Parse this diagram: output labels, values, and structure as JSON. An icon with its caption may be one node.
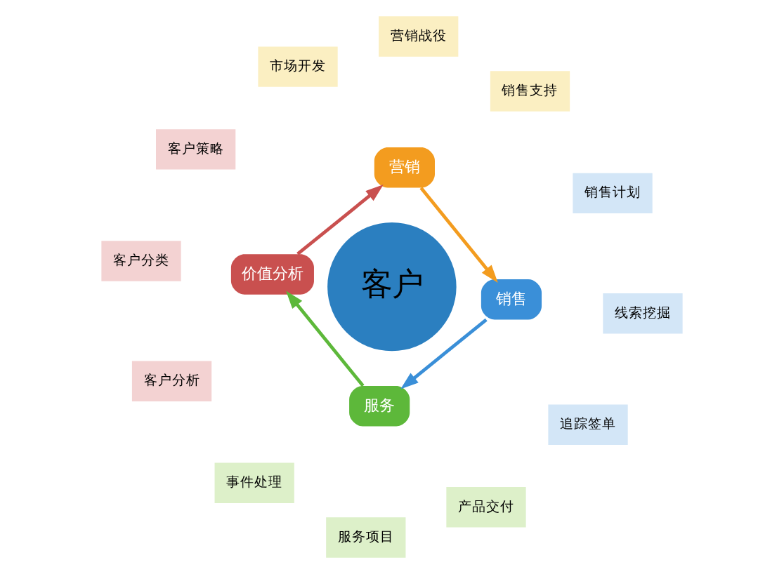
{
  "diagram": {
    "nodes": [
      {
        "text": [
          "客户"
        ]
      },
      {
        "text": [
          "销售"
        ]
      },
      {
        "text": [
          "服务"
        ]
      },
      {
        "text": [
          "价值分析"
        ]
      },
      {
        "text": [
          "营销"
        ]
      },
      {
        "text": [
          "产品交付"
        ]
      },
      {
        "text": [
          "服务项目"
        ]
      },
      {
        "text": [
          "事件处理"
        ]
      },
      {
        "text": [
          "客户分析"
        ]
      },
      {
        "text": [
          "客户分类"
        ]
      },
      {
        "text": [
          "客户策略"
        ]
      },
      {
        "text": [
          "市场开发"
        ]
      },
      {
        "text": [
          "营销战役"
        ]
      },
      {
        "text": [
          "销售支持"
        ]
      },
      {
        "text": [
          "销售计划"
        ]
      },
      {
        "text": [
          "线索挖掘"
        ]
      },
      {
        "text": [
          "追踪签单"
        ]
      }
    ],
    "edges": [
      {
        "from": 1,
        "to": 2,
        "arrow": "to",
        "color": "#3a8fd8"
      },
      {
        "from": 2,
        "to": 3,
        "arrow": "to",
        "color": "#5db83a"
      },
      {
        "from": 3,
        "to": 4,
        "arrow": "to",
        "color": "#c9504f"
      },
      {
        "from": 4,
        "to": 1,
        "arrow": "to",
        "color": "#f39c1f"
      }
    ]
  }
}
